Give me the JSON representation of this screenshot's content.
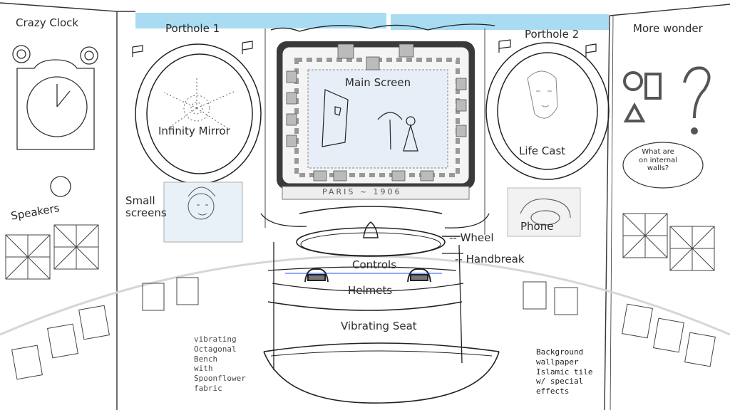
{
  "labels": {
    "crazy_clock": "Crazy Clock",
    "porthole_1": "Porthole 1",
    "porthole_2": "Porthole 2",
    "more_wonder": "More wonder",
    "main_screen": "Main Screen",
    "infinity_mirror": "Infinity Mirror",
    "life_cast": "Life Cast",
    "small_screens": "Small\nscreens",
    "speakers": "Speakers",
    "phone": "Phone",
    "wheel": "-- Wheel",
    "handbreak": "-- Handbreak",
    "controls": "Controls",
    "helmets": "Helmets",
    "vibrating_seat": "Vibrating Seat",
    "paris": "PARIS ~ 1906",
    "internal_walls": "What are\non internal\nwalls?",
    "bench_note": "vibrating\nOctagonal\nBench\nwith\nSpoonflower\nfabric",
    "wallpaper_note": "Background\nwallpaper\nIslamic tile\nw/ special\neffects"
  },
  "colors": {
    "sky": "#a9dcf2",
    "ink": "#2b2b2b",
    "screen_frame": "#3a3a3a",
    "screen_inner": "#e8eef8"
  }
}
